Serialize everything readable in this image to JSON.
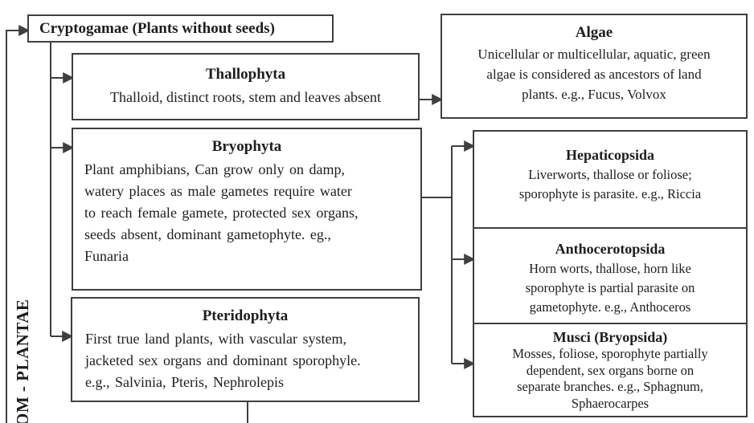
{
  "diagram": {
    "kingdom_label": "OM - PLANTAE",
    "cryptogamae": {
      "title": "Cryptogamae (Plants without seeds)"
    },
    "thallophyta": {
      "title": "Thallophyta",
      "body": [
        "Thalloid, distinct roots, stem and leaves absent"
      ]
    },
    "algae": {
      "title": "Algae",
      "body": [
        "Unicellular or multicellular, aquatic, green",
        "algae is considered as ancestors of land",
        "plants. e.g., Fucus, Volvox"
      ]
    },
    "bryophyta": {
      "title": "Bryophyta",
      "body": [
        "Plant amphibians, Can grow only on damp,",
        "watery places as male gametes require water",
        "to reach female gamete, protected sex organs,",
        "seeds absent, dominant gametophyte. eg.,",
        "Funaria"
      ]
    },
    "pteridophyta": {
      "title": "Pteridophyta",
      "body": [
        "First true land plants, with vascular system,",
        "jacketed sex organs and dominant sporophyle.",
        "e.g., Salvinia, Pteris, Nephrolepis"
      ]
    },
    "hepaticopsida": {
      "title": "Hepaticopsida",
      "body": [
        "Liverworts, thallose or foliose;",
        "sporophyte is parasite. e.g., Riccia"
      ]
    },
    "anthocerotopsida": {
      "title": "Anthocerotopsida",
      "body": [
        "Horn worts, thallose, horn like",
        "sporophyte is partial parasite on",
        "gametophyte. e.g., Anthoceros"
      ]
    },
    "musci": {
      "title": "Musci (Bryopsida)",
      "body": [
        "Mosses, foliose, sporophyte partially",
        "dependent, sex organs borne on",
        "separate branches. e.g., Sphagnum,",
        "Sphaerocarpes"
      ]
    }
  },
  "colors": {
    "line": "#3f3f3f",
    "text": "#1d1d1d",
    "background": "#ffffff"
  }
}
